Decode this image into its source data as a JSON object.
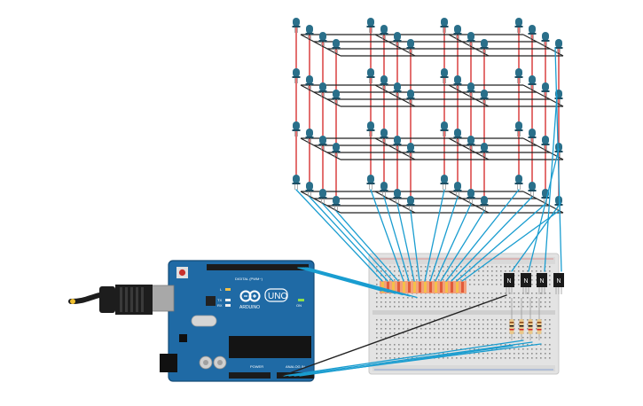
{
  "arduino": {
    "brand": "ARDUINO",
    "model": "UNO",
    "digital_header": "DIGITAL (PWM~)",
    "power_header": "POWER",
    "analog_header": "ANALOG IN",
    "on_label": "ON",
    "tx_label": "TX",
    "rx_label": "RX",
    "l_label": "L"
  },
  "transistors": [
    "N",
    "N",
    "N",
    "N"
  ],
  "colors": {
    "board": "#1f6aa5",
    "breadboard": "#e6e6e6",
    "led": "#2a6f8a",
    "wire_blue": "#1a9dd0",
    "wire_red": "#d42424",
    "wire_black": "#222222",
    "resistor": "#e9c88a",
    "header_orange": "#f07a3a",
    "usb_cable": "#1d1d1d"
  }
}
